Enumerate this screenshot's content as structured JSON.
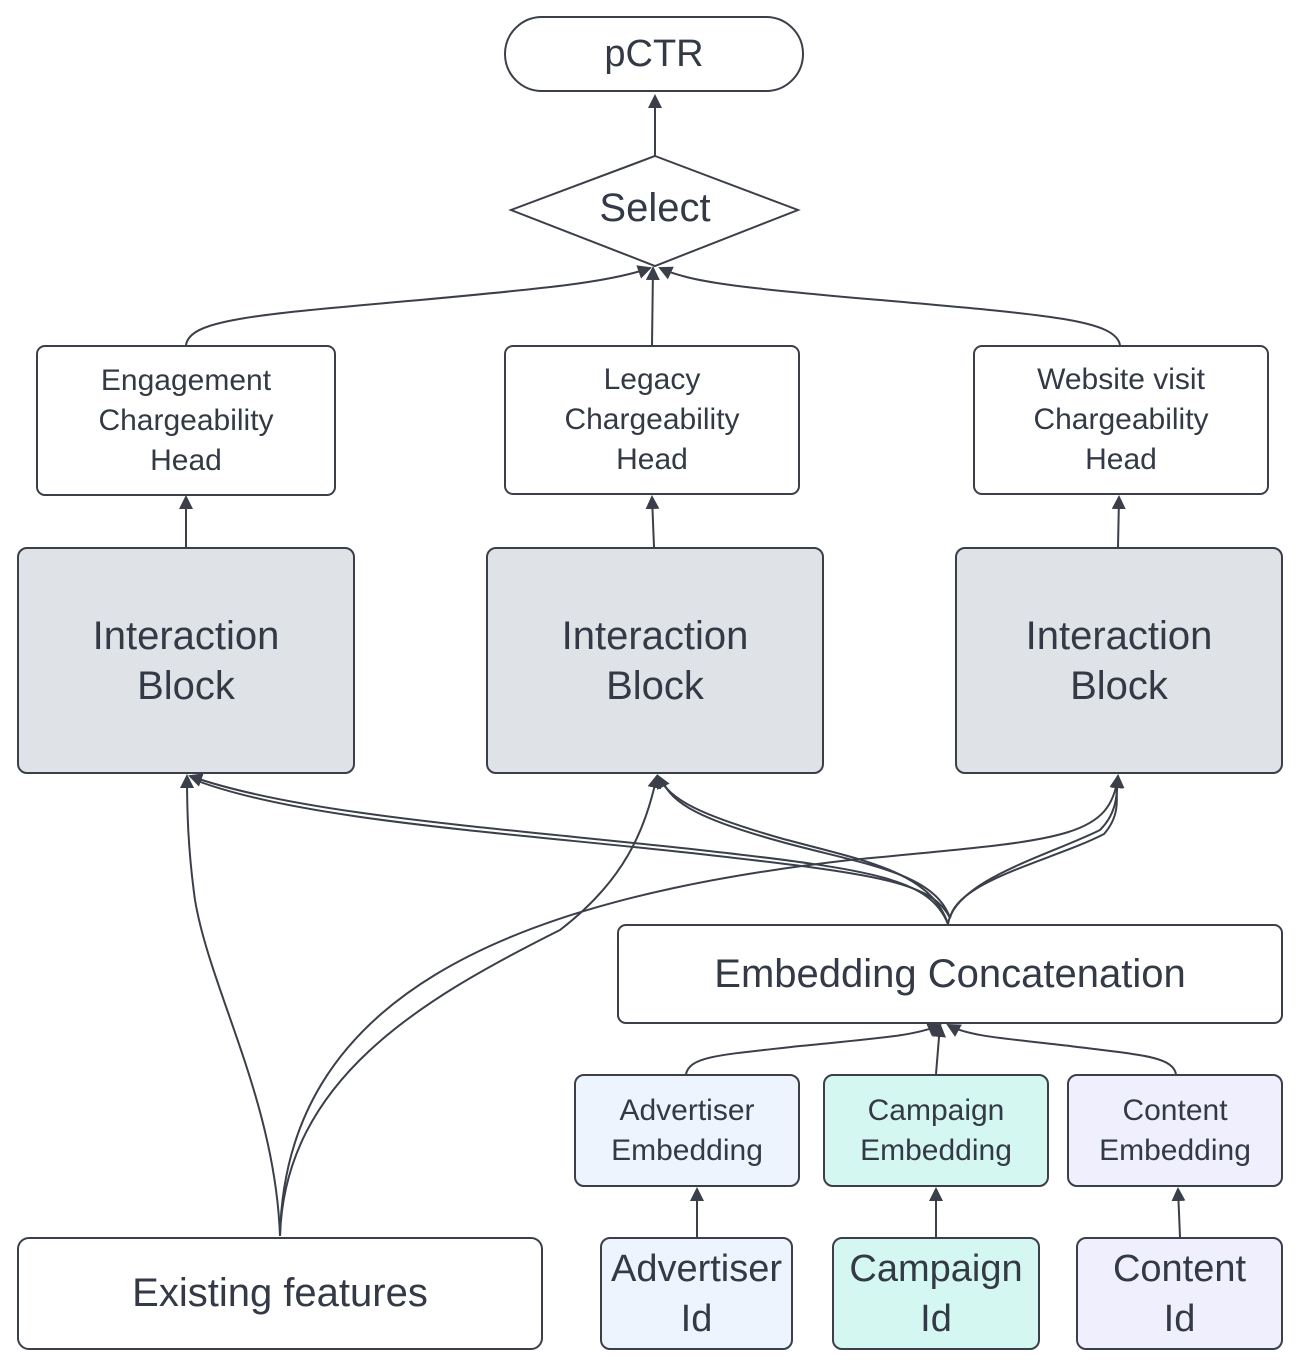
{
  "colors": {
    "stroke": "#3a3f4a",
    "text": "#333a46",
    "block_fill": "#dfe2e7",
    "advertiser_fill": "#edf4fe",
    "campaign_fill": "#d5f7f1",
    "content_fill": "#efeffd",
    "default_fill": "#ffffff"
  },
  "nodes": {
    "pctr": "pCTR",
    "select": "Select",
    "heads": [
      "Engagement\nChargeability\nHead",
      "Legacy\nChargeability\nHead",
      "Website visit\nChargeability\nHead"
    ],
    "blocks": [
      "Interaction\nBlock",
      "Interaction\nBlock",
      "Interaction\nBlock"
    ],
    "embedding_concat": "Embedding Concatenation",
    "embeddings": [
      "Advertiser\nEmbedding",
      "Campaign\nEmbedding",
      "Content\nEmbedding"
    ],
    "ids": [
      "Advertiser\nId",
      "Campaign\nId",
      "Content\nId"
    ],
    "existing": "Existing features"
  },
  "edges": [
    [
      "select",
      "pctr"
    ],
    [
      "head-engagement",
      "select"
    ],
    [
      "head-legacy",
      "select"
    ],
    [
      "head-website",
      "select"
    ],
    [
      "block-1",
      "head-engagement"
    ],
    [
      "block-2",
      "head-legacy"
    ],
    [
      "block-3",
      "head-website"
    ],
    [
      "existing-features",
      "block-1"
    ],
    [
      "existing-features",
      "block-2"
    ],
    [
      "existing-features",
      "block-3"
    ],
    [
      "embedding-concatenation",
      "block-1"
    ],
    [
      "embedding-concatenation",
      "block-2"
    ],
    [
      "embedding-concatenation",
      "block-3"
    ],
    [
      "advertiser-embedding",
      "embedding-concatenation"
    ],
    [
      "campaign-embedding",
      "embedding-concatenation"
    ],
    [
      "content-embedding",
      "embedding-concatenation"
    ],
    [
      "advertiser-id",
      "advertiser-embedding"
    ],
    [
      "campaign-id",
      "campaign-embedding"
    ],
    [
      "content-id",
      "content-embedding"
    ]
  ]
}
